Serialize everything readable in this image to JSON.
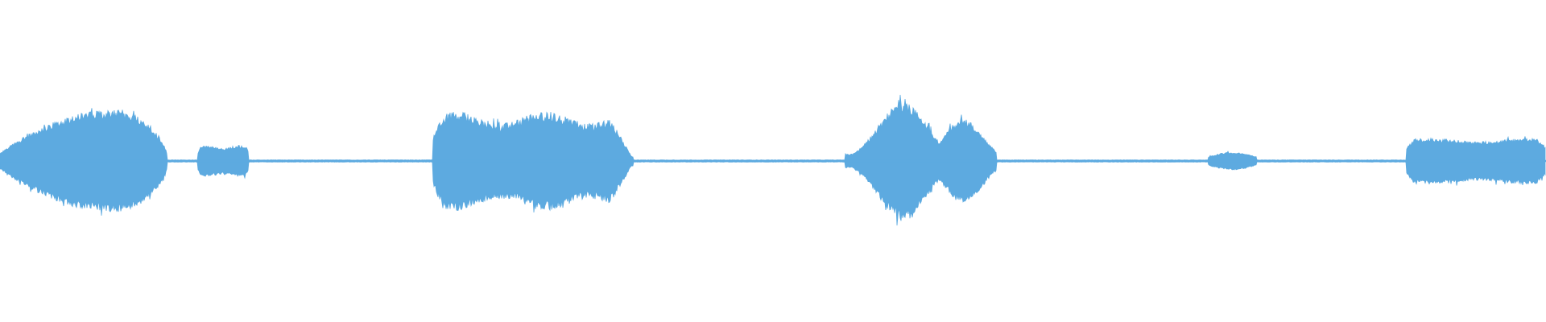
{
  "waveform": {
    "color": "#5DAAE0",
    "background": "#ffffff",
    "baseline_amplitude": 0.012,
    "segments": [
      {
        "name": "burst-1",
        "start": 0.0,
        "end": 0.108,
        "shape": "lens",
        "peak": 0.58,
        "noise": 0.1
      },
      {
        "name": "burst-2",
        "start": 0.128,
        "end": 0.161,
        "shape": "rect",
        "peak": 0.16,
        "noise": 0.1
      },
      {
        "name": "burst-3",
        "start": 0.28,
        "end": 0.41,
        "shape": "blocky",
        "peak": 0.55,
        "noise": 0.12
      },
      {
        "name": "burst-4",
        "start": 0.547,
        "end": 0.645,
        "shape": "hump",
        "peak": 0.66,
        "noise": 0.1
      },
      {
        "name": "burst-5",
        "start": 0.782,
        "end": 0.813,
        "shape": "small",
        "peak": 0.1,
        "noise": 0.1
      },
      {
        "name": "burst-6",
        "start": 0.91,
        "end": 1.0,
        "shape": "rect",
        "peak": 0.24,
        "noise": 0.1
      }
    ]
  }
}
